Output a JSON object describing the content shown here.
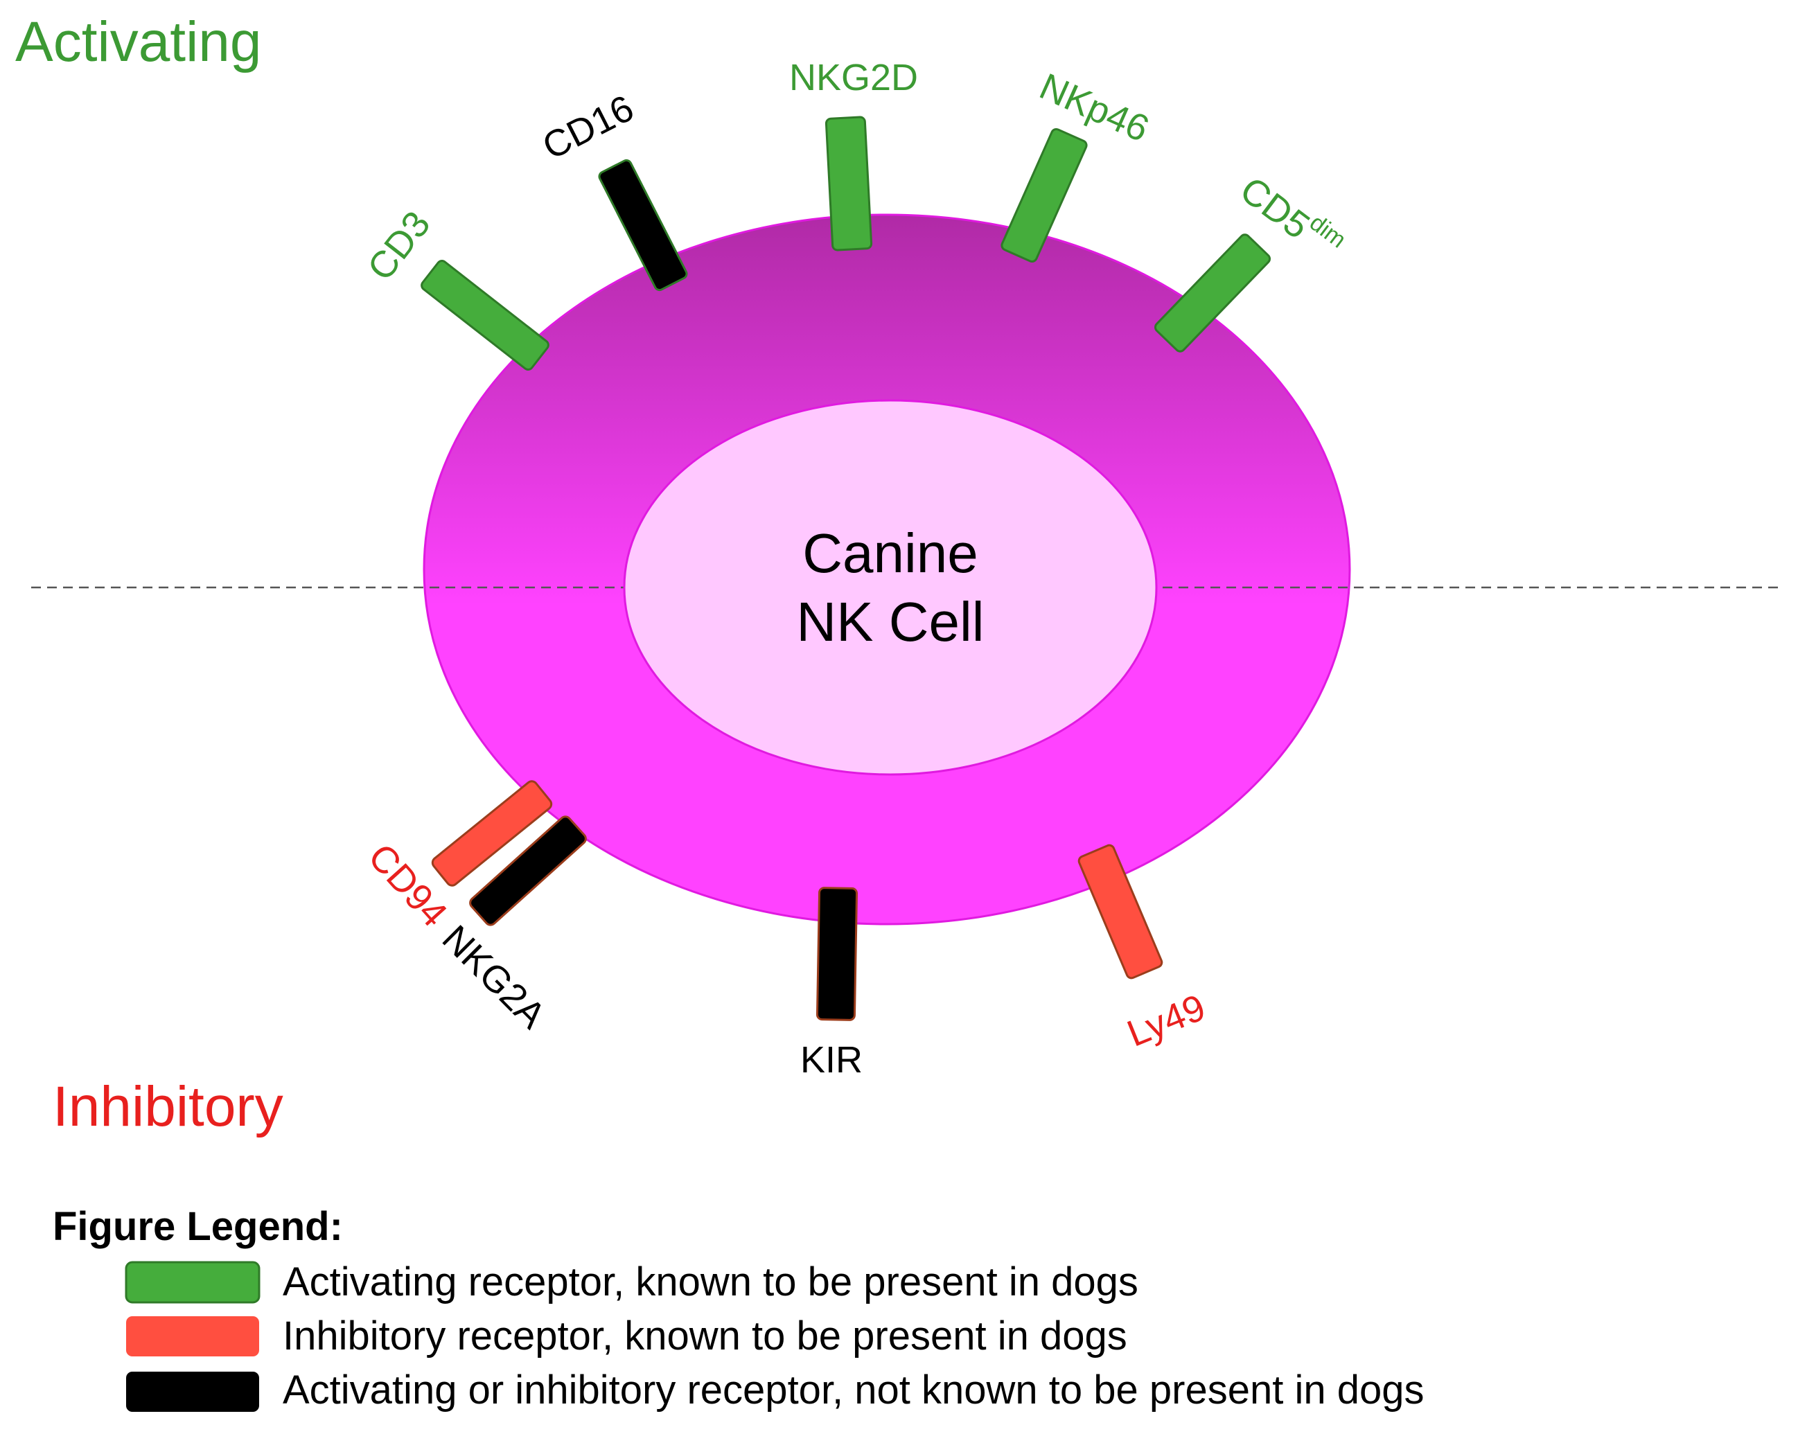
{
  "region_labels": {
    "activating": "Activating",
    "inhibitory": "Inhibitory"
  },
  "cell": {
    "line1": "Canine",
    "line2": "NK Cell"
  },
  "receptors": [
    {
      "label": "CD3",
      "kind": "activating-known"
    },
    {
      "label": "CD16",
      "kind": "not-known"
    },
    {
      "label": "NKG2D",
      "kind": "activating-known"
    },
    {
      "label": "NKp46",
      "kind": "activating-known"
    },
    {
      "label": "CD5",
      "superscript": "dim",
      "kind": "activating-known"
    },
    {
      "label": "CD94",
      "kind": "inhibitory-known"
    },
    {
      "label": "NKG2A",
      "kind": "not-known"
    },
    {
      "label": "KIR",
      "kind": "not-known"
    },
    {
      "label": "Ly49",
      "kind": "inhibitory-known"
    }
  ],
  "legend": {
    "title": "Figure Legend:",
    "items": [
      {
        "label": "Activating receptor, known to be present in dogs",
        "color": "#45ad3c"
      },
      {
        "label": "Inhibitory receptor, known to be present in dogs",
        "color": "#ff4f40"
      },
      {
        "label": "Activating or inhibitory receptor, not known to be present in dogs",
        "color": "#000000"
      }
    ]
  },
  "colors": {
    "activating_text": "#3c9a34",
    "inhibitory_text": "#e8201e",
    "membrane": "#ff42ff",
    "nucleus": "#ffc8ff"
  }
}
